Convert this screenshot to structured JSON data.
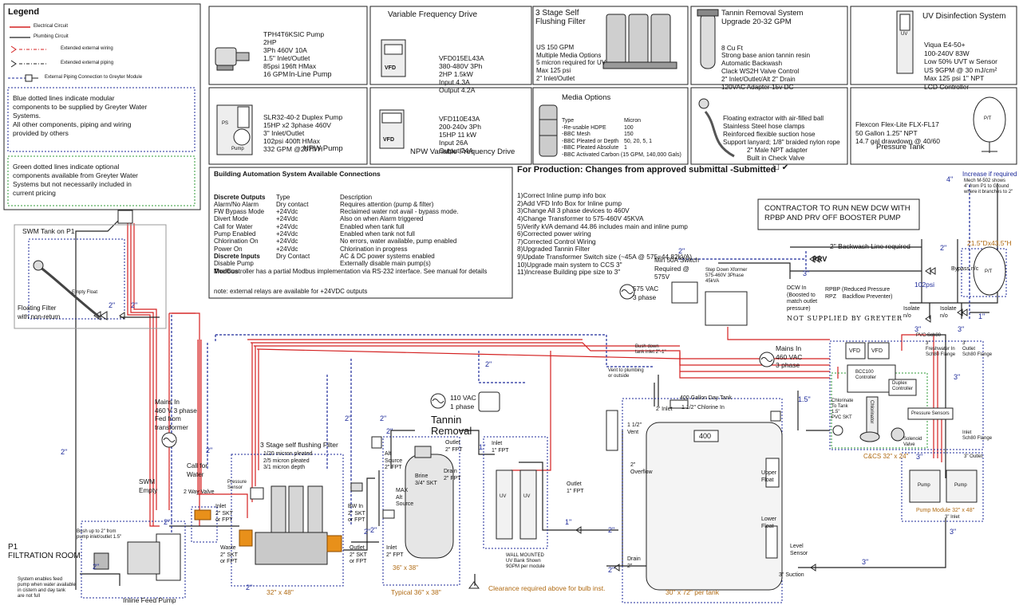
{
  "legend": {
    "title": "Legend",
    "items": [
      "Electrical Circuit",
      "Plumbing Circuit",
      "Extended external wiring",
      "Extended external piping",
      "External Piping Connection to Greyter Module"
    ],
    "blue_note": "Blue dotted lines indicate modular\ncomponents to be supplied by Greyter Water\nSystems.\nAll other components, piping and wiring\nprovided by others",
    "green_note": "Green dotted lines indicate optional\ncomponents available from Greyter Water\nSystems but not necessarily included in\ncurrent pricing"
  },
  "spec_boxes": {
    "inline_pump": {
      "lines": [
        "TPH4T6KSIC Pump",
        "2HP",
        "3Ph 460V 10A",
        "1.5\" Inlet/Outlet",
        "85psi 196ft HMax",
        "16 GPM"
      ],
      "caption": "In-Line Pump"
    },
    "vfd": {
      "title": "Variable Frequency Drive",
      "lines": [
        "VFD015EL43A",
        "380-480V 3Ph",
        "2HP 1.5kW",
        "Input 4.3A",
        "Output 4.2A"
      ]
    },
    "filter": {
      "title": "3 Stage Self\nFlushing Filter",
      "lines": [
        "US 150 GPM",
        "Multiple Media Options",
        "5 micron required for UV",
        "Max 125 psi",
        "2\" Inlet/Outlet"
      ]
    },
    "tannin": {
      "title": "Tannin Removal System\nUpgrade 20-32 GPM",
      "lines": [
        "8 Cu Ft",
        "Strong base anion tannin resin",
        "Automatic Backwash",
        "Clack WS2H Valve Control",
        "2\" Inlet/Outlet/Alt 2\" Drain",
        "120VAC Adapter-15v DC"
      ]
    },
    "uv": {
      "title": "UV Disinfection System",
      "lines": [
        "Viqua E4-50+",
        "100-240V 83W",
        "Low 50% UVT w Sensor",
        "US 9GPM @ 30 mJ/cm²",
        "Max 125 psi 1\" NPT",
        "LCD Controller"
      ]
    },
    "npw_pump": {
      "lines": [
        "SLR32-40-2 Duplex Pump",
        "15HP x2 3phase 460V",
        "3\" Inlet/Outlet",
        "102psi 400ft HMax",
        "332 GPM @207ft H"
      ],
      "caption": "NPW Pump"
    },
    "npw_vfd": {
      "lines": [
        "VFD110E43A",
        "200-240v 3Ph",
        "15HP 11 kW",
        "Input 26A",
        "Output 24A"
      ],
      "caption": "NPW Variable Frequency Drive"
    },
    "media": {
      "title": "Media Options",
      "col1": [
        "Type",
        "-Re-usable HDPE",
        "-BBC Mesh",
        "-BBC Pleated or Depth",
        "-BBC Pleated Absolute",
        "-BBC Activated Carbon (15 GPM, 140,000 Gals)"
      ],
      "col2": [
        "Micron",
        "100",
        "150",
        "50, 20, 5, 1",
        "1",
        ""
      ]
    },
    "floating": {
      "lines": [
        "Floating extractor with air-filled ball",
        "Stainless Steel hose clamps",
        "Reinforced flexible suction hose",
        "Support lanyard; 1/8\" braided nylon rope",
        "2\" Male NPT adapter",
        "Built in Check Valve"
      ]
    },
    "pressure_tank": {
      "lines": [
        "Flexcon Flex-Lite FLX-FL17",
        "50 Gallon 1.25\" NPT",
        "14.7 gal drawdown @ 40/60"
      ],
      "caption": "Pressure Tank"
    }
  },
  "bas": {
    "title": "Building Automation System Available Connections",
    "rows": [
      [
        "Discrete Outputs",
        "Type",
        "Description"
      ],
      [
        "Alarm/No Alarm",
        "Dry contact",
        "Requires attention (pump & filter)"
      ],
      [
        "FW Bypass Mode",
        "+24Vdc",
        "Reclaimed water not avail - bypass mode."
      ],
      [
        "",
        "",
        "Also on when Alarm triggered"
      ],
      [
        "Divert Mode",
        "+24Vdc",
        "Enabled when tank full"
      ],
      [
        "Call for Water",
        "+24Vdc",
        "Enabled when tank not full"
      ],
      [
        "Pump Enabled",
        "+24Vdc",
        "No errors, water available, pump enabled"
      ],
      [
        "Chlorination On",
        "+24Vdc",
        "Chlorination in progress"
      ],
      [
        "Power On",
        "+24Vdc",
        "AC & DC power systems enabled"
      ],
      [
        "Discrete Inputs",
        "",
        ""
      ],
      [
        "Disable Pump",
        "Dry Contact",
        "Externally disable main pump(s)"
      ],
      [
        "Modbus",
        "",
        ""
      ]
    ],
    "modbus_text": "The Controller has a partial Modbus implementation via RS-232 interface. See manual for details",
    "note": "note: external relays are available for +24VDC outputs"
  },
  "changes": {
    "title": "For Production: Changes from approved submittal -Submitted",
    "items": [
      "1)Correct Inline pump info box",
      "2)Add VFD Info Box for Inline pump",
      "3)Change All 3 phase devices to 460V",
      "4)Change Transformer to 575-460V 45KVA",
      "5)Verify kVA demand 44.86 includes main and inline pump",
      "6)Corrected power wiring",
      "7)Corrected Control Wiring",
      "8)Upgraded Tannin Filter",
      "9)Update Transformer Switch size (~45A @ 575=44.82kVA)",
      "10)Upgrade main system to CCS 3\"",
      "11)Increase Building pipe size to 3\""
    ]
  },
  "labels": {
    "contractor": "CONTRACTOR TO RUN NEW DCW WITH\nRPBP AND PRV OFF BOOSTER PUMP",
    "backwash": "2\" Backwash Line required",
    "increase": "Increase if required",
    "mech_note": "Mech M-502 shows\n4\" from P1 to Ground\nwhere it branches to 2\"",
    "tank_size": "21.5\"Dx43.5\"H",
    "switch": "Min 50A Switch\nRequired @\n575V",
    "xformer": "Step Down Xformer\n575-460V 3Phase\n45kVA",
    "v575": "575 VAC\n3 phase",
    "prv": "PRV",
    "dcw": "DCW In\n(Boosted to\nmatch outlet\npressure)",
    "rpbp": "RPBP (Reduced Pressure\nRPZ    Backflow Preventer)",
    "psi": "102psi",
    "bypass": "Bypass n/c",
    "isolate1": "Isolate\nn/o",
    "isolate2": "Isolate\nn/o",
    "not_supplied": "NOT SUPPLIED BY GREYTER",
    "mains_in": "Mains In\n460 VAC\n3 phase",
    "swm_tank": "SWM Tank on P1",
    "floating_filter": "Floating Filter\nwith non-return",
    "empty_float": "Empty Float",
    "mains_left": "Mains In\n460 V 3 phase\nFed from\ntransformer",
    "call_water": "Call for\nWater",
    "swm_empty": "SWM\nEmpty",
    "two_way": "2 Way Valve",
    "pressure_sensor": "Pressure\nSensor",
    "inlet_skt": "Inlet\n2\" SKT\nor FPT",
    "filter3": "3 Stage self flushing Filter",
    "filter_opts": "1/20 micron pleated\n2/5 micron pleated\n3/1 micron depth",
    "waste": "Waste\n2\" SKT\nor FPT",
    "outlet_skt": "Outlet\n2\" SKT\nor FPT",
    "bw_in": "BW In\n2\" SKT\nor FPT",
    "size_32_48": "32\" x 48\"",
    "typical_36": "Typical 36\" x 38\"",
    "v110": "110 VAC\n1 phase",
    "tannin_removal": "Tannin\nRemoval",
    "alt_source": "Alt\nSource\n2\" FPT",
    "max_source": "MAX\nAlt\nSource",
    "brine": "Brine\n3/4\" SKT",
    "drain_fpt": "Drain\n2\" FPT",
    "outlet_fpt_t": "Outlet\n2\" FPT",
    "inlet_fpt": "Inlet\n2\" FPT",
    "inlet_1fpt": "Inlet\n1\" FPT",
    "outlet_1fpt": "Outlet\n1\" FPT",
    "size_36_38": "36\" x 38\"",
    "wall_uv": "WALL MOUNTED\nUV Bank Shown\n9GPM per module",
    "clearance": "Clearance required above for bulb inst.",
    "p1_room": "P1\nFILTRATION ROOM",
    "bush_up": "Bush up to 2\" from\npump inlet/outlet 1.5\"",
    "system_enables": "System enables feed\npump when water available\nin cistern and day tank\nare not full",
    "inline_feed": "Inline Feed Pump",
    "bush_down": "Bush down\ntank inlet 2\"-1\"",
    "vent_plumb": "Vent to plumbing\nor outside",
    "day_tank": "400 Gallon Day Tank",
    "inlet_2": "2' Inlet",
    "chlorine_in": "1 1/2\" Chlorine In",
    "vent": "1 1/2\"\nVent",
    "overflow": "2\"\nOverflow",
    "tank_400": "400",
    "upper_float": "Upper\nFloat",
    "lower_float": "Lower\nFloat",
    "level_sensor": "Level\nSensor",
    "suction": "3\" Suction",
    "drain_2": "Drain\n2\"",
    "size_30_72": "30\" x 72\" per tank",
    "vfd_a": "VFD",
    "vfd_b": "VFD",
    "bcc": "BCC100\nController",
    "duplex": "Duplex\nController",
    "pressure_sensors": "Pressure Sensors",
    "chlorinate": "Chlorinate\nTo Tank\n1.5\"\nPVC SKT",
    "chlorinator": "Chlorinator",
    "solenoid": "Solenoid\nValve",
    "ccs": "C&CS 32\" x 24\"",
    "pvc": "PVC Sch80",
    "freshwater": "3\"\nFreshwater In\nSch80 Flange",
    "outlet_flange": "3\"\nOutlet\nSch80 Flange",
    "inlet_flange": "Inlet\nSch80 Flange",
    "outlet_3": "3\" Outlet",
    "pump_module": "Pump Module 32\" x 48\"",
    "inlet_3": "3\" Inlet",
    "pump_a": "Pump",
    "pump_b": "Pump",
    "pt_label": "P/T",
    "pt_label2": "P/T",
    "uv_a": "UV",
    "uv_b": "UV",
    "uv_top": "UV",
    "vfd_small": "VFD",
    "vfd_small2": "VFD",
    "ps": "PS",
    "pump_small": "Pump"
  },
  "pipe_sizes": [
    "2\"",
    "2\"",
    "2\"",
    "2\"",
    "2\"",
    "2\"",
    "2\"",
    "2\"",
    "2\"",
    "2\"",
    "2\"",
    "1\"",
    "1\"",
    "2\"",
    "3\"",
    "3\"",
    "3\"",
    "3\"",
    "3\"",
    "1.5\"",
    "4\"",
    "2\"",
    "1\"",
    "3\"",
    "3\"",
    "2\"",
    "2\"",
    "2\"",
    "2\""
  ],
  "colors": {
    "electrical": "#d42020",
    "plumbing": "#222222",
    "module": "#1d2a9a",
    "optional": "#2e9a36",
    "orange": "#e8901a"
  },
  "icons": [
    "ac-source-icon",
    "outlet-icon",
    "check-icon",
    "prv-icon"
  ]
}
